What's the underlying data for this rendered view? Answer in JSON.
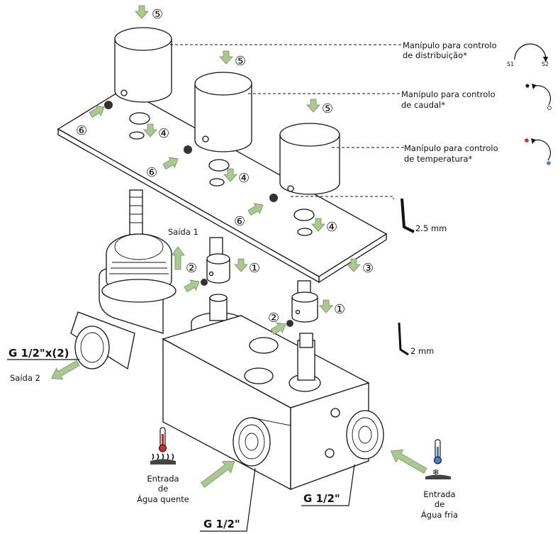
{
  "labels": {
    "distribution_handle": "Manípulo para controlo de distribuição*",
    "distribution_handle_line1": "Manípulo para controlo",
    "distribution_handle_line2": "de distribuição*",
    "flow_handle_line1": "Manípulo para controlo",
    "flow_handle_line2": "de caudal*",
    "temp_handle_line1": "Manípulo para controlo",
    "temp_handle_line2": "de temperatura*",
    "s1": "S1",
    "s2": "S2",
    "allen_25": "2.5 mm",
    "allen_2": "2 mm",
    "outlet1": "Saída 1",
    "outlet2": "Saída 2",
    "thread_outlet": "G 1/2\"x(2)",
    "thread_hot": "G 1/2\"",
    "thread_cold": "G 1/2\"",
    "hot_line1": "Entrada",
    "hot_line2": "de",
    "hot_line3": "Água quente",
    "cold_line1": "Entrada",
    "cold_line2": "de",
    "cold_line3": "Água fria"
  },
  "step_numbers": {
    "n1": "①",
    "n2": "②",
    "n3": "③",
    "n4": "④",
    "n5": "⑤",
    "n6": "⑥"
  },
  "colors": {
    "arrow_fill": "#a9c98f",
    "hot": "#d9262b",
    "cold": "#3f7fd0"
  }
}
